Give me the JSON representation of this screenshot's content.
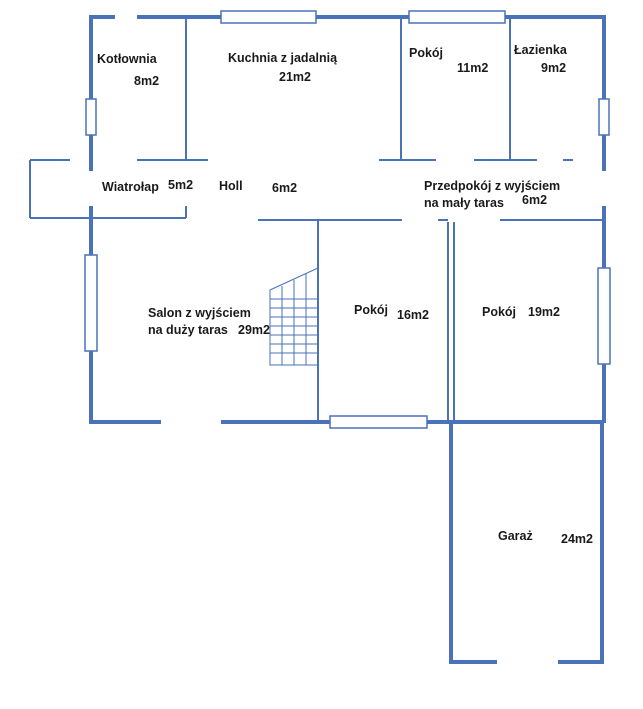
{
  "colors": {
    "walls": "#4a72b8",
    "text": "#1a1a1a",
    "background": "#ffffff"
  },
  "rooms": {
    "kotlownia": {
      "name": "Kotłownia",
      "area": "8m2"
    },
    "kuchnia": {
      "name": "Kuchnia z jadalnią",
      "area": "21m2"
    },
    "pokoj_top": {
      "name": "Pokój",
      "area": "11m2"
    },
    "lazienka": {
      "name": "Łazienka",
      "area": "9m2"
    },
    "wiatrolap": {
      "name": "Wiatrołap",
      "area": "5m2"
    },
    "holl": {
      "name": "Holl",
      "area": "6m2"
    },
    "przedpokoj": {
      "line1": "Przedpokój z wyjściem",
      "line2": "na mały taras",
      "area": "6m2"
    },
    "salon": {
      "line1": "Salon z wyjściem",
      "line2": "na duży taras",
      "area": "29m2"
    },
    "pokoj_mid": {
      "name": "Pokój",
      "area": "16m2"
    },
    "pokoj_right": {
      "name": "Pokój",
      "area": "19m2"
    },
    "garaz": {
      "name": "Garaż",
      "area": "24m2"
    }
  }
}
